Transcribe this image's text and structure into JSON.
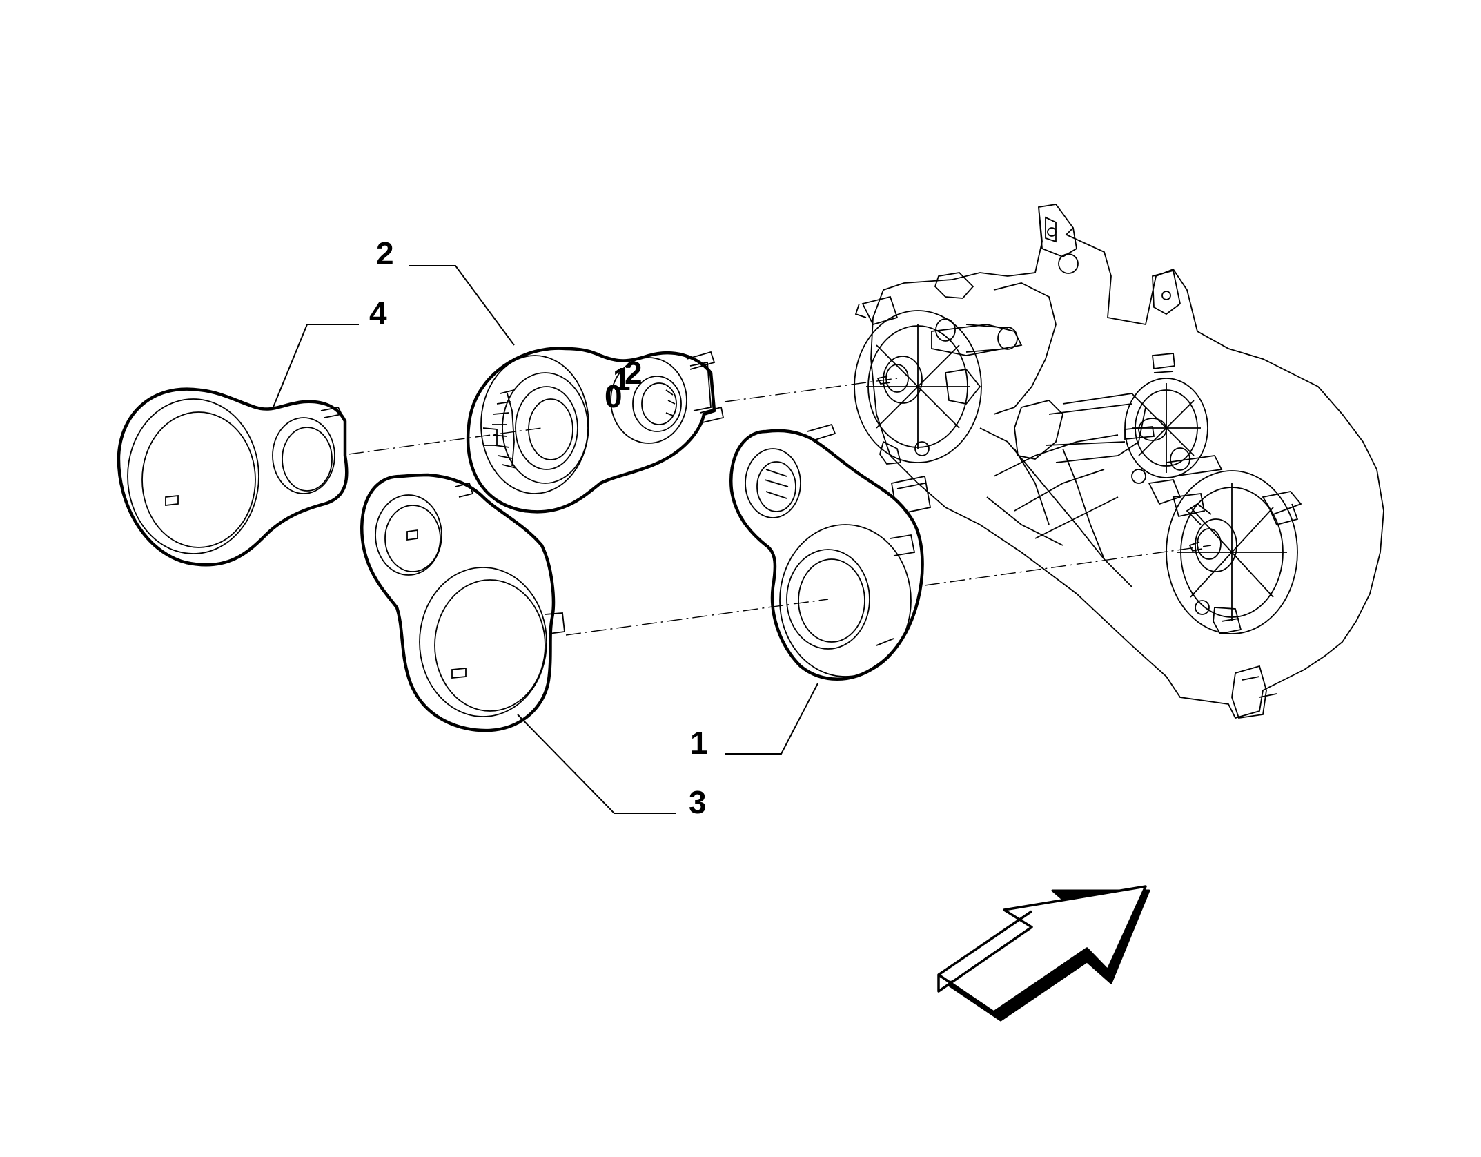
{
  "callouts": {
    "part_1": "1",
    "part_2": "2",
    "part_3": "3",
    "part_4": "4"
  },
  "dial_marks": {
    "off": "0",
    "one": "1",
    "two": "2"
  }
}
